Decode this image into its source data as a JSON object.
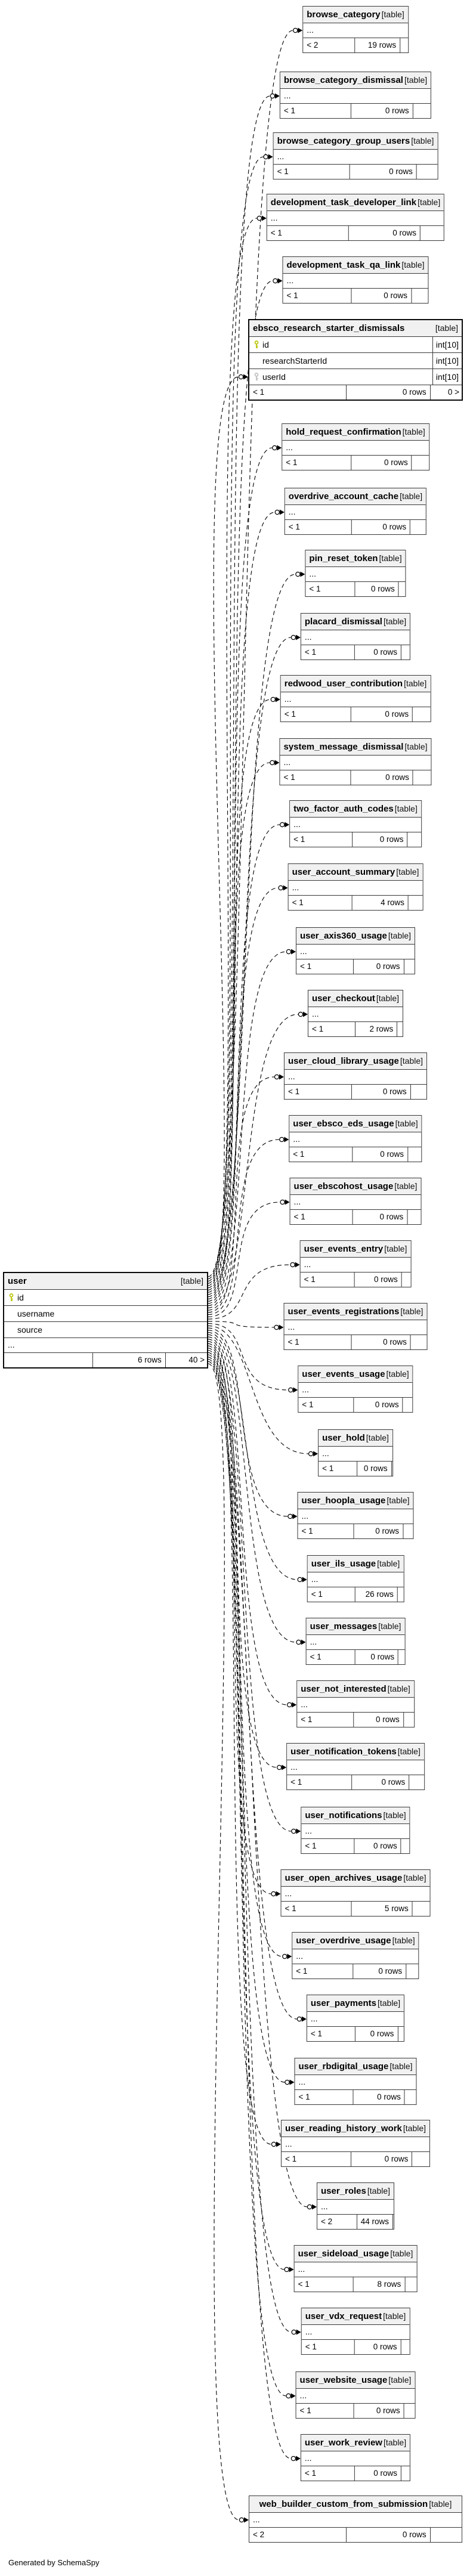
{
  "page": {
    "footer_note": "Generated by SchemaSpy"
  },
  "colors": {
    "pk_key": "#b9c400",
    "fk_key": "#bfbfbf",
    "header_bg": "#f1f1f1",
    "border": "#383838"
  },
  "main_table": {
    "name": "user",
    "tag": "[table]",
    "columns": [
      {
        "name": "id",
        "key": "pk",
        "type": ""
      },
      {
        "name": "username",
        "key": "",
        "type": ""
      },
      {
        "name": "source",
        "key": "",
        "type": ""
      }
    ],
    "ellipsis": "...",
    "footer": {
      "left": "",
      "mid": "6 rows",
      "right": "40 >"
    }
  },
  "related_tables": [
    {
      "name": "browse_category",
      "tag": "[table]",
      "ellipsis": "...",
      "footer": {
        "left": "< 2",
        "mid": "19 rows",
        "right": ""
      }
    },
    {
      "name": "browse_category_dismissal",
      "tag": "[table]",
      "ellipsis": "...",
      "footer": {
        "left": "< 1",
        "mid": "0 rows",
        "right": ""
      }
    },
    {
      "name": "browse_category_group_users",
      "tag": "[table]",
      "ellipsis": "...",
      "footer": {
        "left": "< 1",
        "mid": "0 rows",
        "right": ""
      }
    },
    {
      "name": "development_task_developer_link",
      "tag": "[table]",
      "ellipsis": "...",
      "footer": {
        "left": "< 1",
        "mid": "0 rows",
        "right": ""
      }
    },
    {
      "name": "development_task_qa_link",
      "tag": "[table]",
      "ellipsis": "...",
      "footer": {
        "left": "< 1",
        "mid": "0 rows",
        "right": ""
      }
    },
    {
      "name": "ebsco_research_starter_dismissals",
      "tag": "[table]",
      "emphasized": true,
      "wide": true,
      "columns": [
        {
          "name": "id",
          "key": "pk",
          "type": "int[10]"
        },
        {
          "name": "researchStarterId",
          "key": "",
          "type": "int[10]"
        },
        {
          "name": "userId",
          "key": "fk",
          "type": "int[10]"
        }
      ],
      "footer": {
        "left": "< 1",
        "mid": "0 rows",
        "right": "0 >"
      }
    },
    {
      "name": "hold_request_confirmation",
      "tag": "[table]",
      "ellipsis": "...",
      "footer": {
        "left": "< 1",
        "mid": "0 rows",
        "right": ""
      }
    },
    {
      "name": "overdrive_account_cache",
      "tag": "[table]",
      "ellipsis": "...",
      "footer": {
        "left": "< 1",
        "mid": "0 rows",
        "right": ""
      }
    },
    {
      "name": "pin_reset_token",
      "tag": "[table]",
      "ellipsis": "...",
      "footer": {
        "left": "< 1",
        "mid": "0 rows",
        "right": ""
      }
    },
    {
      "name": "placard_dismissal",
      "tag": "[table]",
      "ellipsis": "...",
      "footer": {
        "left": "< 1",
        "mid": "0 rows",
        "right": ""
      }
    },
    {
      "name": "redwood_user_contribution",
      "tag": "[table]",
      "ellipsis": "...",
      "footer": {
        "left": "< 1",
        "mid": "0 rows",
        "right": ""
      }
    },
    {
      "name": "system_message_dismissal",
      "tag": "[table]",
      "ellipsis": "...",
      "footer": {
        "left": "< 1",
        "mid": "0 rows",
        "right": ""
      }
    },
    {
      "name": "two_factor_auth_codes",
      "tag": "[table]",
      "ellipsis": "...",
      "footer": {
        "left": "< 1",
        "mid": "0 rows",
        "right": ""
      }
    },
    {
      "name": "user_account_summary",
      "tag": "[table]",
      "ellipsis": "...",
      "footer": {
        "left": "< 1",
        "mid": "4 rows",
        "right": ""
      }
    },
    {
      "name": "user_axis360_usage",
      "tag": "[table]",
      "ellipsis": "...",
      "footer": {
        "left": "< 1",
        "mid": "0 rows",
        "right": ""
      }
    },
    {
      "name": "user_checkout",
      "tag": "[table]",
      "ellipsis": "...",
      "footer": {
        "left": "< 1",
        "mid": "2 rows",
        "right": ""
      }
    },
    {
      "name": "user_cloud_library_usage",
      "tag": "[table]",
      "ellipsis": "...",
      "footer": {
        "left": "< 1",
        "mid": "0 rows",
        "right": ""
      }
    },
    {
      "name": "user_ebsco_eds_usage",
      "tag": "[table]",
      "ellipsis": "...",
      "footer": {
        "left": "< 1",
        "mid": "0 rows",
        "right": ""
      }
    },
    {
      "name": "user_ebscohost_usage",
      "tag": "[table]",
      "ellipsis": "...",
      "footer": {
        "left": "< 1",
        "mid": "0 rows",
        "right": ""
      }
    },
    {
      "name": "user_events_entry",
      "tag": "[table]",
      "ellipsis": "...",
      "footer": {
        "left": "< 1",
        "mid": "0 rows",
        "right": ""
      }
    },
    {
      "name": "user_events_registrations",
      "tag": "[table]",
      "ellipsis": "...",
      "footer": {
        "left": "< 1",
        "mid": "0 rows",
        "right": ""
      }
    },
    {
      "name": "user_events_usage",
      "tag": "[table]",
      "ellipsis": "...",
      "footer": {
        "left": "< 1",
        "mid": "0 rows",
        "right": ""
      }
    },
    {
      "name": "user_hold",
      "tag": "[table]",
      "ellipsis": "...",
      "footer": {
        "left": "< 1",
        "mid": "0 rows",
        "right": ""
      }
    },
    {
      "name": "user_hoopla_usage",
      "tag": "[table]",
      "ellipsis": "...",
      "footer": {
        "left": "< 1",
        "mid": "0 rows",
        "right": ""
      }
    },
    {
      "name": "user_ils_usage",
      "tag": "[table]",
      "ellipsis": "...",
      "footer": {
        "left": "< 1",
        "mid": "26 rows",
        "right": ""
      }
    },
    {
      "name": "user_messages",
      "tag": "[table]",
      "ellipsis": "...",
      "footer": {
        "left": "< 1",
        "mid": "0 rows",
        "right": ""
      }
    },
    {
      "name": "user_not_interested",
      "tag": "[table]",
      "ellipsis": "...",
      "footer": {
        "left": "< 1",
        "mid": "0 rows",
        "right": ""
      }
    },
    {
      "name": "user_notification_tokens",
      "tag": "[table]",
      "ellipsis": "...",
      "footer": {
        "left": "< 1",
        "mid": "0 rows",
        "right": ""
      }
    },
    {
      "name": "user_notifications",
      "tag": "[table]",
      "ellipsis": "...",
      "footer": {
        "left": "< 1",
        "mid": "0 rows",
        "right": ""
      }
    },
    {
      "name": "user_open_archives_usage",
      "tag": "[table]",
      "ellipsis": "...",
      "footer": {
        "left": "< 1",
        "mid": "5 rows",
        "right": ""
      }
    },
    {
      "name": "user_overdrive_usage",
      "tag": "[table]",
      "ellipsis": "...",
      "footer": {
        "left": "< 1",
        "mid": "0 rows",
        "right": ""
      }
    },
    {
      "name": "user_payments",
      "tag": "[table]",
      "ellipsis": "...",
      "footer": {
        "left": "< 1",
        "mid": "0 rows",
        "right": ""
      }
    },
    {
      "name": "user_rbdigital_usage",
      "tag": "[table]",
      "ellipsis": "...",
      "footer": {
        "left": "< 1",
        "mid": "0 rows",
        "right": ""
      }
    },
    {
      "name": "user_reading_history_work",
      "tag": "[table]",
      "ellipsis": "...",
      "footer": {
        "left": "< 1",
        "mid": "0 rows",
        "right": ""
      }
    },
    {
      "name": "user_roles",
      "tag": "[table]",
      "ellipsis": "...",
      "footer": {
        "left": "< 2",
        "mid": "44 rows",
        "right": ""
      }
    },
    {
      "name": "user_sideload_usage",
      "tag": "[table]",
      "ellipsis": "...",
      "footer": {
        "left": "< 1",
        "mid": "8 rows",
        "right": ""
      }
    },
    {
      "name": "user_vdx_request",
      "tag": "[table]",
      "ellipsis": "...",
      "footer": {
        "left": "< 1",
        "mid": "0 rows",
        "right": ""
      }
    },
    {
      "name": "user_website_usage",
      "tag": "[table]",
      "ellipsis": "...",
      "footer": {
        "left": "< 1",
        "mid": "0 rows",
        "right": ""
      }
    },
    {
      "name": "user_work_review",
      "tag": "[table]",
      "ellipsis": "...",
      "footer": {
        "left": "< 1",
        "mid": "0 rows",
        "right": ""
      }
    },
    {
      "name": "web_builder_custom_from_submission",
      "tag": "[table]",
      "wide": true,
      "ellipsis": "...",
      "footer": {
        "left": "< 2",
        "mid": "0 rows",
        "right": ""
      }
    }
  ]
}
